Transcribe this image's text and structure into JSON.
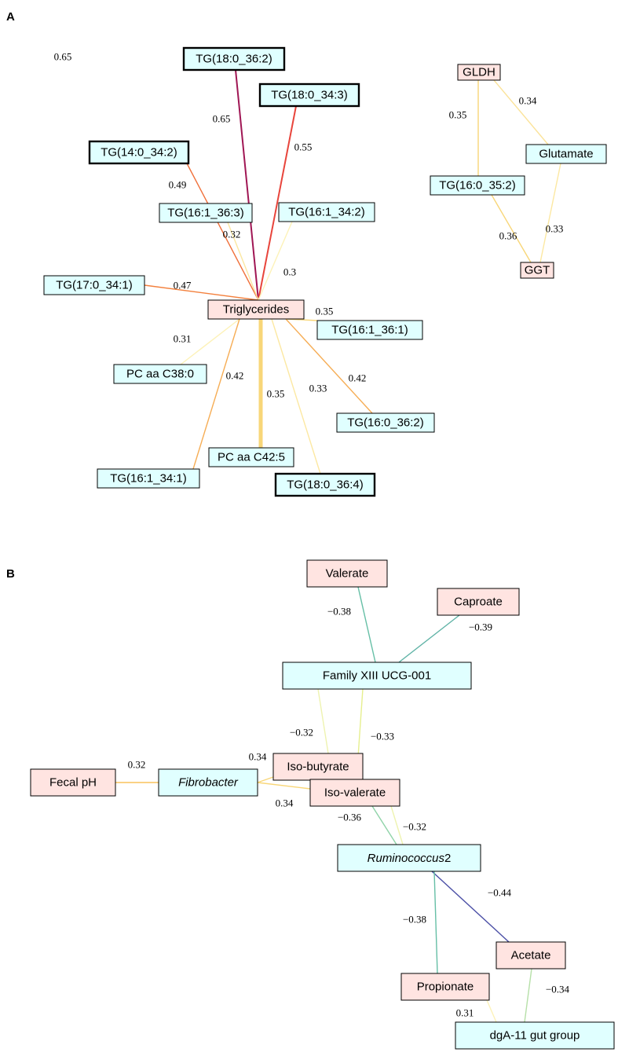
{
  "panels": [
    {
      "label": "A"
    },
    {
      "label": "B"
    }
  ],
  "stray_label": "0.65",
  "colors": {
    "metabolite_fill": "#e0ffff",
    "variable_fill": "#ffe4e1"
  },
  "nodes": [
    {
      "id": "a_tg18_36_2",
      "label": "TG(18:0_36:2)",
      "kind": "metabolite",
      "bold": true
    },
    {
      "id": "a_tg18_34_3",
      "label": "TG(18:0_34:3)",
      "kind": "metabolite",
      "bold": true
    },
    {
      "id": "a_tg14_34_2",
      "label": "TG(14:0_34:2)",
      "kind": "metabolite",
      "bold": true
    },
    {
      "id": "a_tg16_36_3",
      "label": "TG(16:1_36:3)",
      "kind": "metabolite",
      "bold": false
    },
    {
      "id": "a_tg16_34_2",
      "label": "TG(16:1_34:2)",
      "kind": "metabolite",
      "bold": false
    },
    {
      "id": "a_tg17_34_1",
      "label": "TG(17:0_34:1)",
      "kind": "metabolite",
      "bold": false
    },
    {
      "id": "a_trig",
      "label": "Triglycerides",
      "kind": "variable",
      "bold": false
    },
    {
      "id": "a_tg16_36_1",
      "label": "TG(16:1_36:1)",
      "kind": "metabolite",
      "bold": false
    },
    {
      "id": "a_pc38",
      "label": "PC aa C38:0",
      "kind": "metabolite",
      "bold": false
    },
    {
      "id": "a_tg16_0_36_2",
      "label": "TG(16:0_36:2)",
      "kind": "metabolite",
      "bold": false
    },
    {
      "id": "a_pc42",
      "label": "PC aa C42:5",
      "kind": "metabolite",
      "bold": false
    },
    {
      "id": "a_tg16_34_1",
      "label": "TG(16:1_34:1)",
      "kind": "metabolite",
      "bold": false
    },
    {
      "id": "a_tg18_36_4",
      "label": "TG(18:0_36:4)",
      "kind": "metabolite",
      "bold": true
    },
    {
      "id": "a_gldh",
      "label": "GLDH",
      "kind": "variable",
      "bold": false
    },
    {
      "id": "a_glutamate",
      "label": "Glutamate",
      "kind": "metabolite",
      "bold": false
    },
    {
      "id": "a_tg16_35_2",
      "label": "TG(16:0_35:2)",
      "kind": "metabolite",
      "bold": false
    },
    {
      "id": "a_ggt",
      "label": "GGT",
      "kind": "variable",
      "bold": false
    },
    {
      "id": "b_valerate",
      "label": "Valerate",
      "kind": "variable",
      "italic": false
    },
    {
      "id": "b_caproate",
      "label": "Caproate",
      "kind": "variable",
      "italic": false
    },
    {
      "id": "b_family",
      "label": "Family XIII  UCG-001",
      "kind": "metabolite",
      "italic": false
    },
    {
      "id": "b_fecalph",
      "label": "Fecal pH",
      "kind": "variable",
      "italic": false
    },
    {
      "id": "b_fibro",
      "label": "Fibrobacter",
      "kind": "metabolite",
      "italic": true
    },
    {
      "id": "b_isobut",
      "label": "Iso-butyrate",
      "kind": "variable",
      "italic": false
    },
    {
      "id": "b_isoval",
      "label": "Iso-valerate",
      "kind": "variable",
      "italic": false
    },
    {
      "id": "b_rumino",
      "label": "Ruminococcus",
      "suffix": "2",
      "kind": "metabolite",
      "italic": true
    },
    {
      "id": "b_acetate",
      "label": "Acetate",
      "kind": "variable",
      "italic": false
    },
    {
      "id": "b_propionate",
      "label": "Propionate",
      "kind": "variable",
      "italic": false
    },
    {
      "id": "b_dga",
      "label": "dgA-11 gut group",
      "kind": "metabolite",
      "italic": false
    }
  ],
  "edges": [
    {
      "id": "e1",
      "from": "a_trig",
      "to": "a_tg18_36_2",
      "weight": 0.65,
      "label": "0.65",
      "color": "#a01654"
    },
    {
      "id": "e2",
      "from": "a_trig",
      "to": "a_tg18_34_3",
      "weight": 0.55,
      "label": "0.55",
      "color": "#e8453c"
    },
    {
      "id": "e3",
      "from": "a_trig",
      "to": "a_tg14_34_2",
      "weight": 0.49,
      "label": "0.49",
      "color": "#f0703a"
    },
    {
      "id": "e4",
      "from": "a_trig",
      "to": "a_tg16_36_3",
      "weight": 0.32,
      "label": "0.32",
      "color": "#fbe7a0"
    },
    {
      "id": "e5",
      "from": "a_trig",
      "to": "a_tg16_34_2",
      "weight": 0.3,
      "label": "0.3",
      "color": "#fdf2b8"
    },
    {
      "id": "e6",
      "from": "a_trig",
      "to": "a_tg17_34_1",
      "weight": 0.47,
      "label": "0.47",
      "color": "#f3803d"
    },
    {
      "id": "e7",
      "from": "a_trig",
      "to": "a_pc38",
      "weight": 0.31,
      "label": "0.31",
      "color": "#fdf2b8"
    },
    {
      "id": "e8",
      "from": "a_trig",
      "to": "a_tg16_34_1",
      "weight": 0.42,
      "label": "0.42",
      "color": "#f6ad55"
    },
    {
      "id": "e9",
      "from": "a_trig",
      "to": "a_pc42",
      "weight": 0.35,
      "label": "0.35",
      "color": "#f8d678"
    },
    {
      "id": "e10",
      "from": "a_trig",
      "to": "a_tg18_36_4",
      "weight": 0.33,
      "label": "0.33",
      "color": "#fce8a2"
    },
    {
      "id": "e11",
      "from": "a_trig",
      "to": "a_tg16_0_36_2",
      "weight": 0.42,
      "label": "0.42",
      "color": "#f6ad55"
    },
    {
      "id": "e12",
      "from": "a_trig",
      "to": "a_tg16_36_1",
      "weight": 0.35,
      "label": "0.35",
      "color": "#f8d678"
    },
    {
      "id": "e13",
      "from": "a_gldh",
      "to": "a_tg16_35_2",
      "weight": 0.35,
      "label": "0.35",
      "color": "#f8d678"
    },
    {
      "id": "e14",
      "from": "a_gldh",
      "to": "a_glutamate",
      "weight": 0.34,
      "label": "0.34",
      "color": "#fbe39a"
    },
    {
      "id": "e15",
      "from": "a_tg16_35_2",
      "to": "a_ggt",
      "weight": 0.36,
      "label": "0.36",
      "color": "#f8d678"
    },
    {
      "id": "e16",
      "from": "a_glutamate",
      "to": "a_ggt",
      "weight": 0.33,
      "label": "0.33",
      "color": "#fce8a2"
    },
    {
      "id": "e17",
      "from": "b_family",
      "to": "b_valerate",
      "weight": -0.38,
      "label": "−0.38",
      "color": "#66bfa6"
    },
    {
      "id": "e18",
      "from": "b_family",
      "to": "b_caproate",
      "weight": -0.39,
      "label": "−0.39",
      "color": "#5fb3a6"
    },
    {
      "id": "e19",
      "from": "b_family",
      "to": "b_isobut",
      "weight": -0.32,
      "label": "−0.32",
      "color": "#eef3b0"
    },
    {
      "id": "e20",
      "from": "b_family",
      "to": "b_isoval",
      "weight": -0.33,
      "label": "−0.33",
      "color": "#e6ef8f"
    },
    {
      "id": "e21",
      "from": "b_fecalph",
      "to": "b_fibro",
      "weight": 0.32,
      "label": "0.32",
      "color": "#f8c25c"
    },
    {
      "id": "e22",
      "from": "b_fibro",
      "to": "b_isobut",
      "weight": 0.34,
      "label": "0.34",
      "color": "#f8d678"
    },
    {
      "id": "e23",
      "from": "b_fibro",
      "to": "b_isoval",
      "weight": 0.34,
      "label": "0.34",
      "color": "#f8d678"
    },
    {
      "id": "e24",
      "from": "b_isoval",
      "to": "b_rumino",
      "weight": -0.36,
      "label": "−0.36",
      "color": "#8fd3a8"
    },
    {
      "id": "e25",
      "from": "b_isoval",
      "to": "b_rumino",
      "weight": -0.32,
      "label": "−0.32",
      "color": "#eef3b0"
    },
    {
      "id": "e26",
      "from": "b_rumino",
      "to": "b_acetate",
      "weight": -0.44,
      "label": "−0.44",
      "color": "#4b4fa6"
    },
    {
      "id": "e27",
      "from": "b_rumino",
      "to": "b_propionate",
      "weight": -0.38,
      "label": "−0.38",
      "color": "#66bfa6"
    },
    {
      "id": "e28",
      "from": "b_acetate",
      "to": "b_dga",
      "weight": -0.34,
      "label": "−0.34",
      "color": "#b6e0a8"
    },
    {
      "id": "e29",
      "from": "b_propionate",
      "to": "b_dga",
      "weight": 0.31,
      "label": "0.31",
      "color": "#fdf2b8"
    }
  ]
}
